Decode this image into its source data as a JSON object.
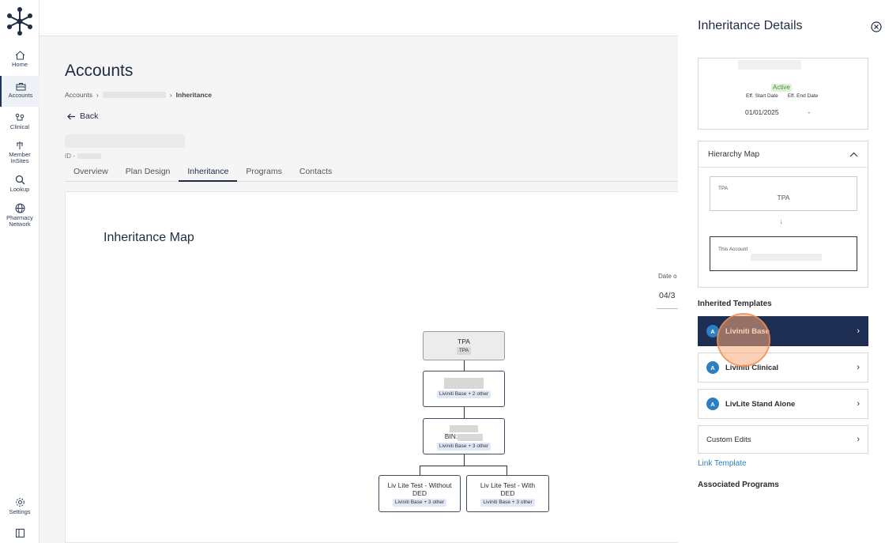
{
  "nav": {
    "items": [
      {
        "label": "Home",
        "icon": "home-icon"
      },
      {
        "label": "Accounts",
        "icon": "briefcase-icon"
      },
      {
        "label": "Clinical",
        "icon": "clinical-icon"
      },
      {
        "label": "Member InSites",
        "icon": "member-insites-icon"
      },
      {
        "label": "Lookup",
        "icon": "search-icon"
      },
      {
        "label": "Pharmacy Network",
        "icon": "globe-icon"
      },
      {
        "label": "Settings",
        "icon": "gear-icon"
      }
    ]
  },
  "page": {
    "title": "Accounts",
    "breadcrumb": {
      "root": "Accounts",
      "current": "Inheritance"
    },
    "back_label": "Back",
    "id_prefix": "ID -",
    "tabs": [
      "Overview",
      "Plan Design",
      "Inheritance",
      "Programs",
      "Contacts"
    ],
    "active_tab": "Inheritance"
  },
  "map": {
    "title": "Inheritance Map",
    "date_label": "Date o",
    "date_value": "04/3",
    "nodes": {
      "tpa": {
        "title": "TPA",
        "tag": "TPA"
      },
      "level2": {
        "tag": "Liviniti Base + 2 other"
      },
      "bin": {
        "label": "BIN:",
        "tag": "Liviniti Base + 3 other"
      },
      "child1": {
        "title": "Liv Lite Test - Without DED",
        "tag": "Liviniti Base + 3 other"
      },
      "child2": {
        "title": "Liv Lite Test - With DED",
        "tag": "Liviniti Base + 3 other"
      }
    }
  },
  "drawer": {
    "title": "Inheritance Details",
    "status": "Active",
    "eff_start_label": "Eff. Start Date",
    "eff_end_label": "Eff. End Date",
    "eff_start": "01/01/2025",
    "eff_end": "-",
    "hierarchy": {
      "title": "Hierarchy Map",
      "tpa_label": "TPA",
      "tpa_value": "TPA",
      "arrow": "↓",
      "this_label": "This Account"
    },
    "inherited_title": "Inherited Templates",
    "templates": [
      {
        "badge": "A",
        "name": "Liviniti Base",
        "active": true
      },
      {
        "badge": "A",
        "name": "Liviniti Clinical",
        "active": false
      },
      {
        "badge": "A",
        "name": "LivLite Stand Alone",
        "active": false
      }
    ],
    "custom_edits": "Custom Edits",
    "link_template": "Link Template",
    "associated_title": "Associated Programs"
  },
  "colors": {
    "navy": "#1e2e52",
    "accent_blue": "#2b7fc2",
    "active_green": "#4a8a3c"
  }
}
